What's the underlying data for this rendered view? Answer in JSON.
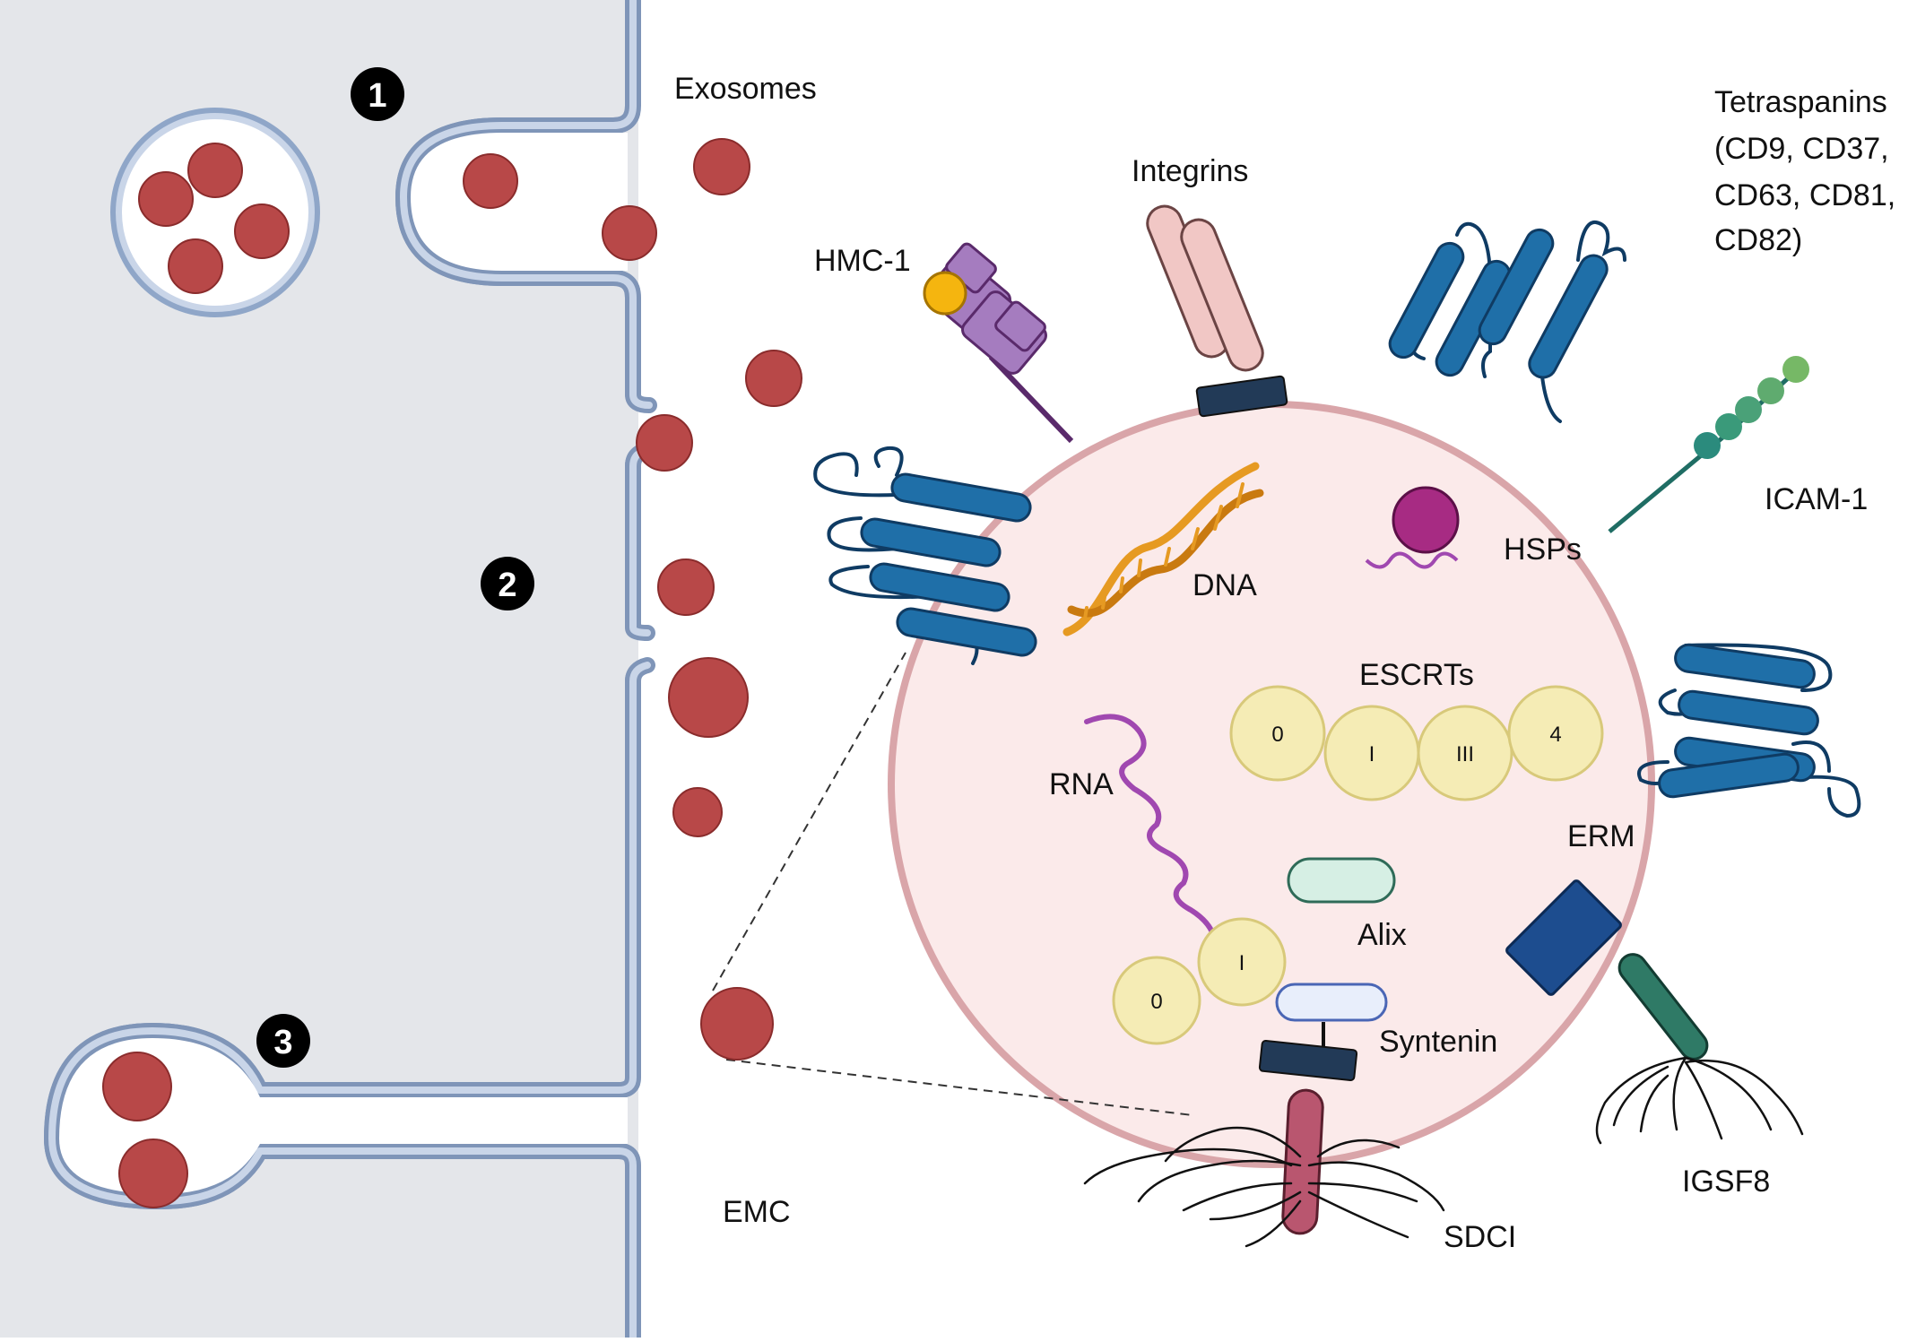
{
  "steps": [
    "1",
    "2",
    "3"
  ],
  "labels": {
    "exosomes": "Exosomes",
    "emc": "EMC",
    "integrins": "Integrins",
    "hmc1": "HMC-1",
    "tetraspanins": [
      "Tetraspanins",
      "(CD9, CD37,",
      "CD63, CD81,",
      "CD82)"
    ],
    "icam1": "ICAM-1",
    "dna": "DNA",
    "hsps": "HSPs",
    "escrts": "ESCRTs",
    "rna": "RNA",
    "erm": "ERM",
    "alix": "Alix",
    "syntenin": "Syntenin",
    "sdci": "SDCI",
    "igsf8": "IGSF8"
  },
  "escrt_subunits": [
    "0",
    "I",
    "III",
    "4"
  ],
  "syntenin_subunits": [
    "0",
    "I"
  ],
  "colors": {
    "cytoplasm": "#e4e6ea",
    "membrane": "#8fa6c8",
    "exosome": "#b84848",
    "exosome_core": "#ffffff",
    "vesicle_interior": "#fbeaea",
    "tetraspanin": "#1f6fa8",
    "escrt": "#f5ecb5",
    "hmc1": "#a57cbf",
    "integrin": "#f1c7c5",
    "anchor": "#223a57",
    "icam": "#2b8b7d",
    "dna": "#e69a22",
    "rna": "#a048b0",
    "hsp": "#a72b83",
    "erm": "#1d4d8f",
    "igsf8": "#2f7a66",
    "sdci": "#b9566f",
    "alix": "#d6efe4",
    "syntenin": "#e8eefb"
  }
}
